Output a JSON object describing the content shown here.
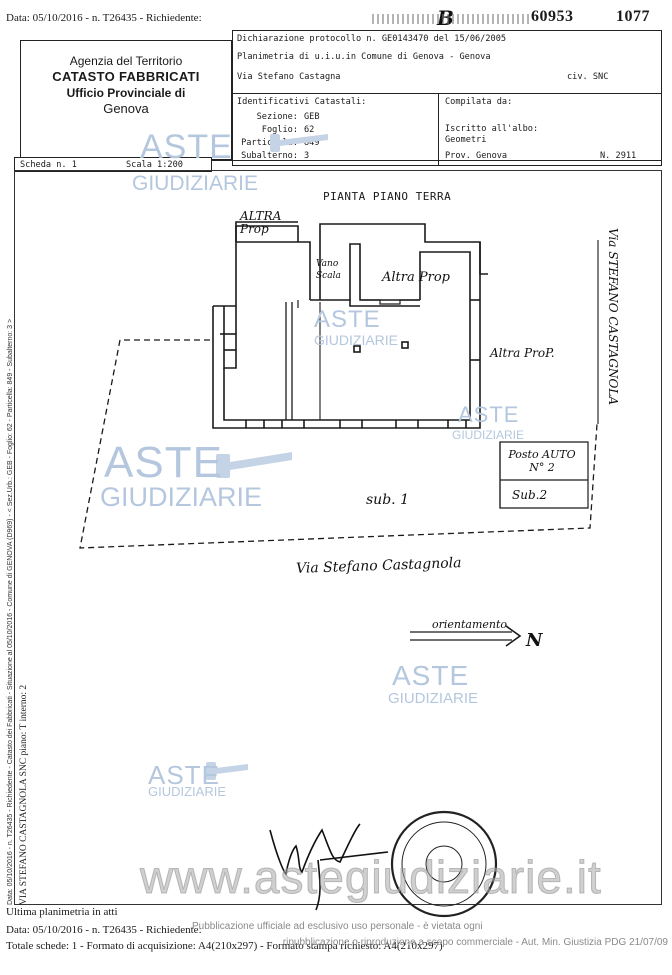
{
  "header": {
    "top_left": "Data: 05/10/2016 - n. T26435 - Richiedente:",
    "top_right_stamp": "60953",
    "top_right_mark": "B",
    "top_right_page": "1077"
  },
  "agency": {
    "line1": "Agenzia del Territorio",
    "line2": "CATASTO FABBRICATI",
    "line3": "Ufficio Provinciale di",
    "line4": "Genova"
  },
  "declaration": {
    "protocol": "Dichiarazione protocollo n. GE0143470 del 15/06/2005",
    "planimetry": "Planimetria di u.i.u.in Comune di Genova - Genova",
    "address": "Via Stefano Castagna",
    "civ": "civ. SNC"
  },
  "cadastral": {
    "title": "Identificativi Catastali:",
    "sezione_label": "Sezione:",
    "sezione_value": "GEB",
    "foglio_label": "Foglio:",
    "foglio_value": "62",
    "particella_label": "Particella:",
    "particella_value": "849",
    "subalterno_label": "Subalterno:",
    "subalterno_value": "3"
  },
  "compiled": {
    "title": "Compilata da:",
    "albo": "Iscritto all'albo:",
    "albo_value": "Geometri",
    "prov": "Prov. Genova",
    "num": "N. 2911"
  },
  "scheda": {
    "scheda": "Scheda n. 1",
    "scala": "Scala 1:200"
  },
  "plan": {
    "title": "PIANTA PIANO TERRA",
    "altra_prop_1": "ALTRA Prop",
    "vano_scala": "Vano Scala",
    "altra_prop_2": "Altra Prop",
    "altra_prop_3": "Altra ProP.",
    "posto_auto": "Posto AUTO N° 2",
    "sub2": "Sub.2",
    "sub1": "sub. 1",
    "street_bottom": "Via Stefano Castagnola",
    "street_right": "Via STEFANO CASTAGNOLA",
    "orientamento": "orientamento",
    "north": "N"
  },
  "margin": {
    "left_vertical_small": "Data: 05/10/2016 - n. T26435 - Richiedente - Catasto dei Fabbricati - Situazione al 05/10/2016 - Comune di GENOVA (D969) - < Sez.Urb.: GEB - Foglio: 62 - Particella: 849 - Subalterno: 3 >",
    "left_vertical_large": "VIA STEFANO CASTAGNOLA SNC piano: T interno: 2"
  },
  "watermark": {
    "aste": "ASTE",
    "giudiziarie": "GIUDIZIARIE",
    "site": "www.astegiudiziarie.it"
  },
  "footer": {
    "ultima": "Ultima planimetria in atti",
    "line2": "Data: 05/10/2016 - n. T26435 - Richiedente:",
    "line3": "Totale schede: 1 - Formato di acquisizione: A4(210x297) - Formato stampa richiesto: A4(210x297)",
    "grey1": "Pubblicazione ufficiale ad esclusivo uso personale - è vietata ogni",
    "grey2": "ripubblicazione o riproduzione a scopo commerciale - Aut. Min. Giustizia PDG 21/07/09"
  }
}
